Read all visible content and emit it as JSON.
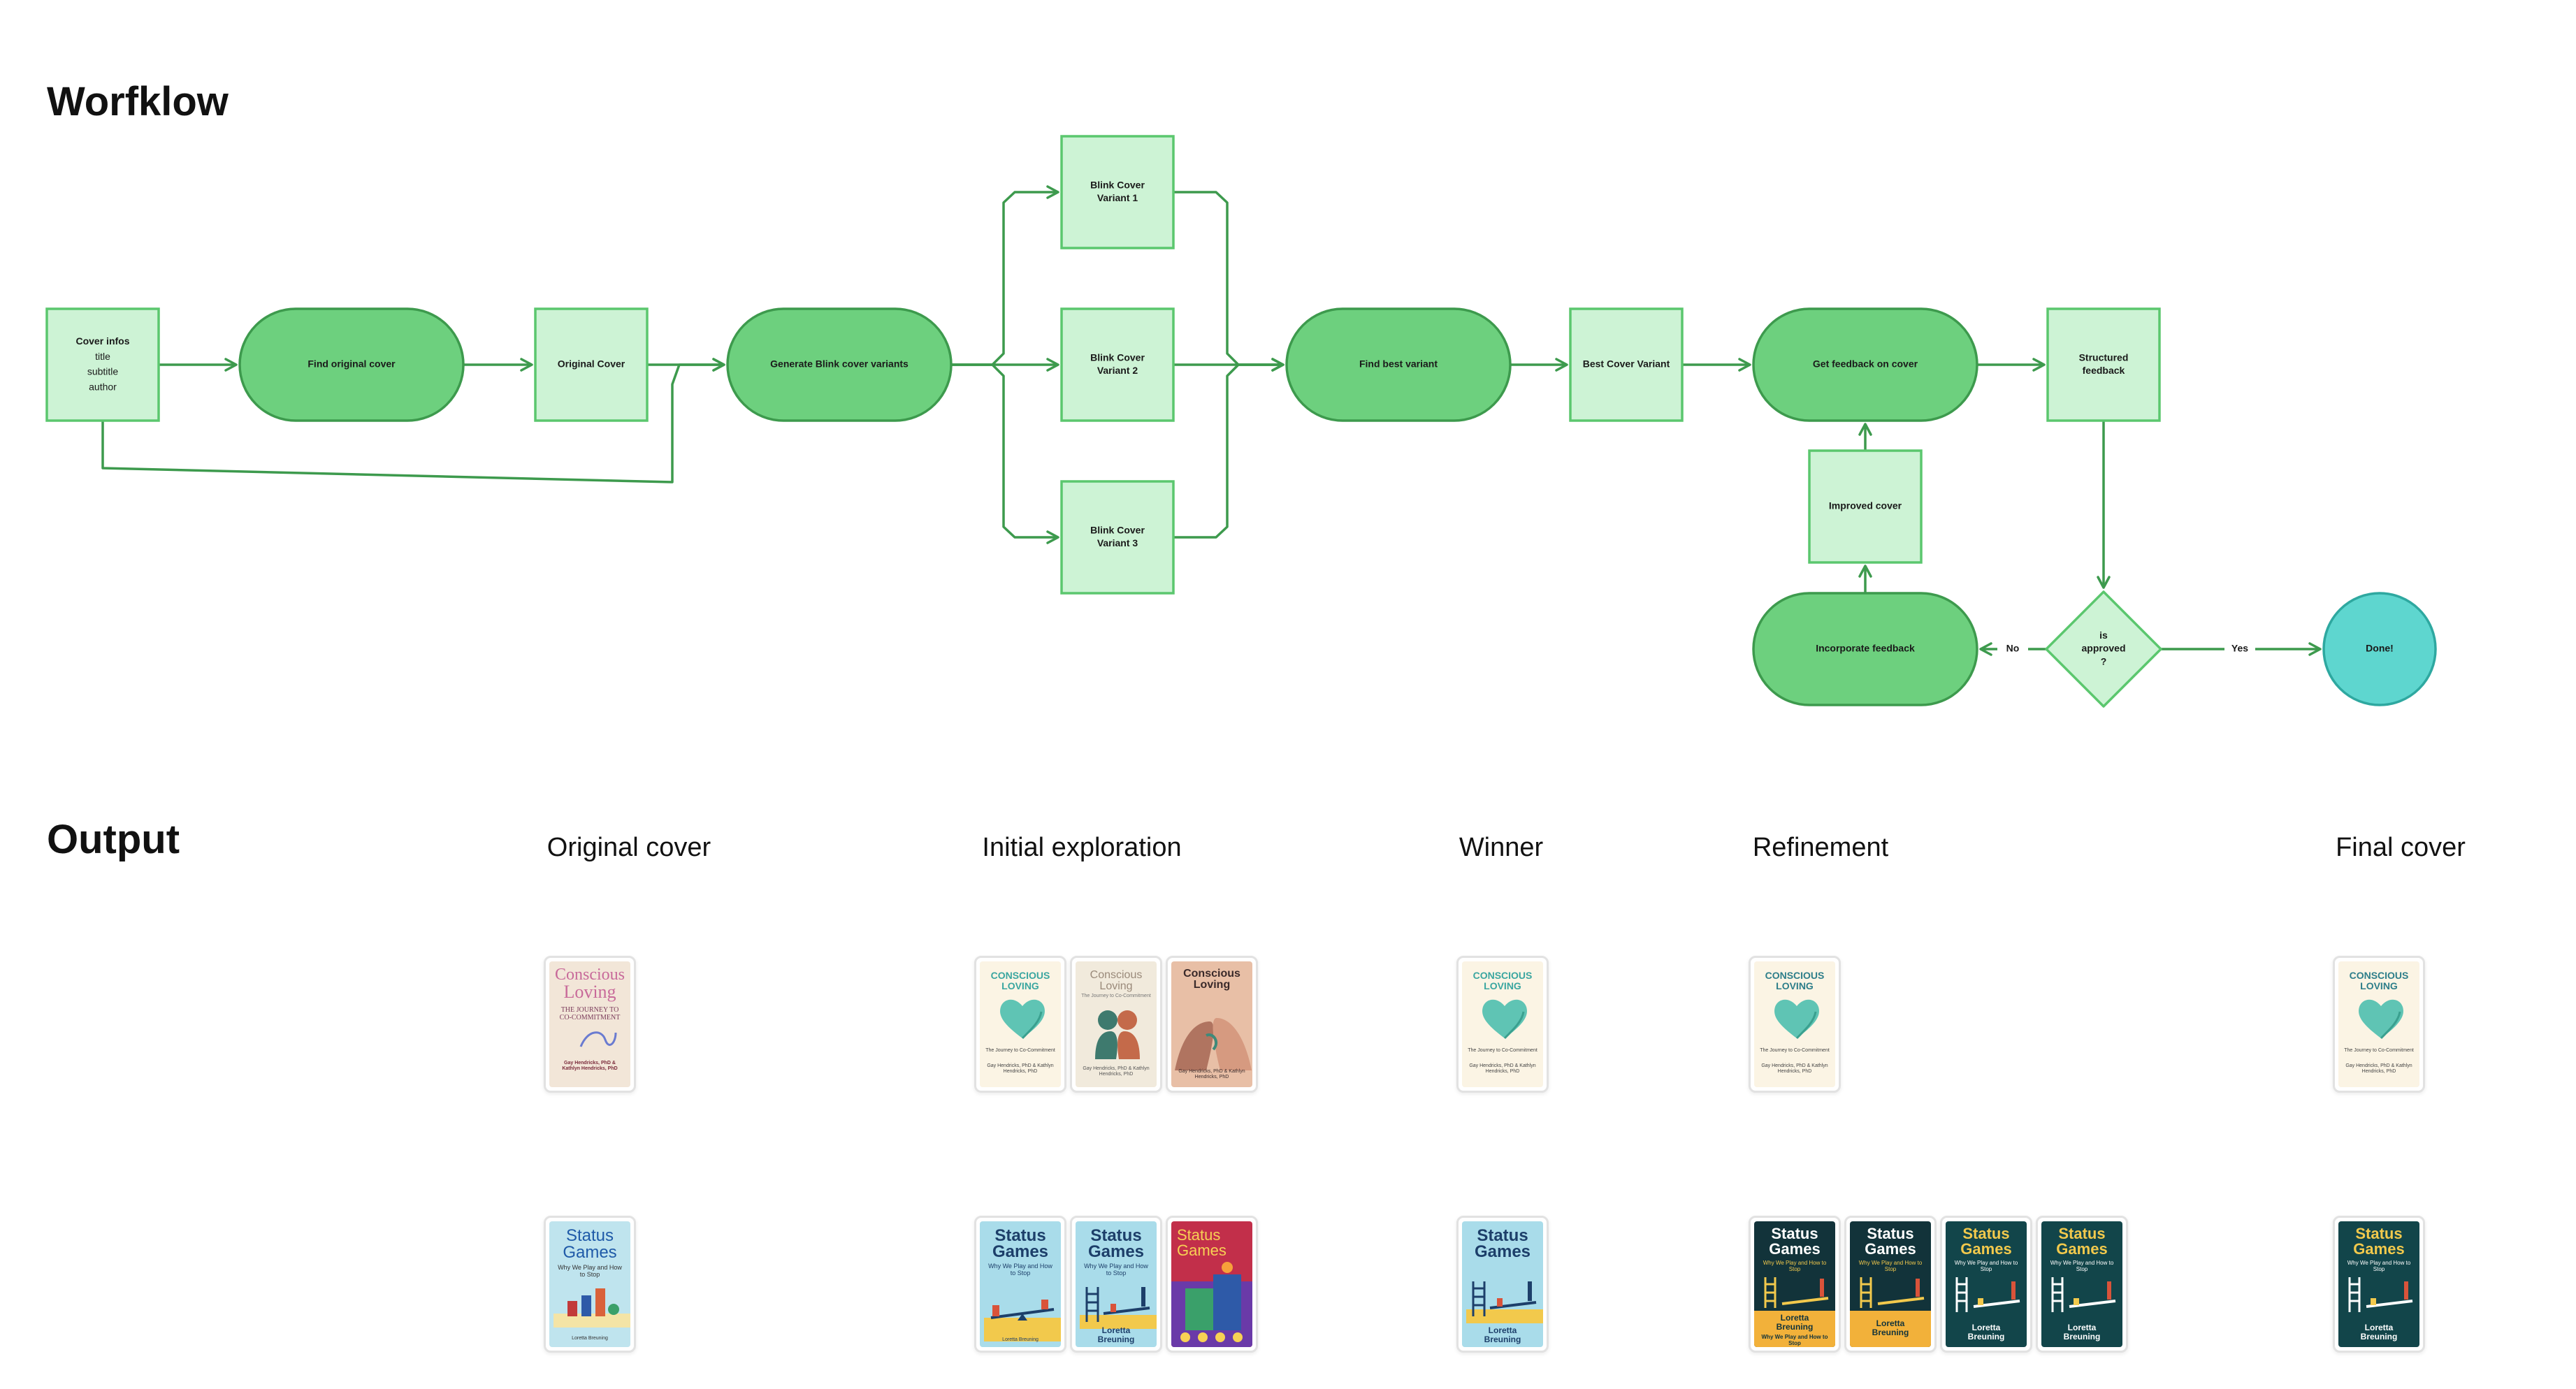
{
  "workflow": {
    "title": "Worfklow",
    "nodes": {
      "cover_infos": [
        "Cover infos",
        "title",
        "subtitle",
        "author"
      ],
      "find_original": [
        "Find original cover"
      ],
      "original_cover": [
        "Original Cover"
      ],
      "generate_variants": [
        "Generate Blink cover variants"
      ],
      "variant1": [
        "Blink Cover",
        "Variant 1"
      ],
      "variant2": [
        "Blink Cover",
        "Variant 2"
      ],
      "variant3": [
        "Blink Cover",
        "Variant 3"
      ],
      "find_best": [
        "Find best variant"
      ],
      "best_variant": [
        "Best Cover Variant"
      ],
      "get_feedback": [
        "Get feedback on cover"
      ],
      "structured_feedback": [
        "Structured",
        "feedback"
      ],
      "improved_cover": [
        "Improved cover"
      ],
      "incorporate": [
        "Incorporate feedback"
      ],
      "decision": [
        "is",
        "approved",
        "?"
      ],
      "done": [
        "Done!"
      ]
    },
    "edge_labels": {
      "no": "No",
      "yes": "Yes"
    }
  },
  "output": {
    "title": "Output",
    "columns": [
      "Original cover",
      "Initial exploration",
      "Winner",
      "Refinement",
      "Final cover"
    ],
    "books": {
      "conscious": {
        "title_line1": "CONSCIOUS",
        "title_line2": "LOVING",
        "orig_title1": "Conscious",
        "orig_title2": "Loving",
        "orig_subtitle": "THE JOURNEY TO CO-COMMITMENT",
        "subtitle": "The Journey to Co-Commitment",
        "authors": "Gay Hendricks, PhD & Kathlyn Hendricks, PhD"
      },
      "status": {
        "title_line1": "Status",
        "title_line2": "Games",
        "subtitle": "Why We Play and How to Stop",
        "author1": "Loretta",
        "author2": "Breuning",
        "author_full": "Loretta Breuning"
      }
    }
  },
  "colors": {
    "box_fill": "#cdf3d5",
    "box_stroke": "#5bc76e",
    "pill_fill": "#6dd07e",
    "pill_stroke": "#3d9a4d",
    "edge": "#3d9a4d",
    "done_fill": "#5ed6cf",
    "done_stroke": "#2ea8a0"
  }
}
